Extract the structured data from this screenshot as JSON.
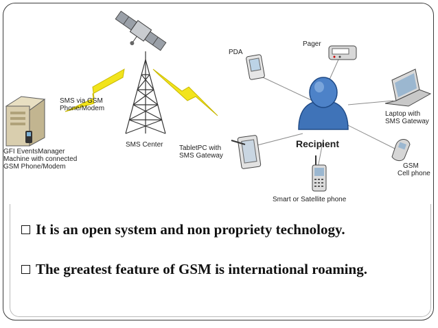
{
  "diagram": {
    "labels": {
      "sms_via_gsm": [
        "SMS via GSM",
        "Phone/Modem"
      ],
      "sms_center": "SMS Center",
      "gfi": [
        "GFI EventsManager",
        "Machine with connected",
        "GSM Phone/Modem"
      ],
      "pda": "PDA",
      "pager": "Pager",
      "tabletpc": [
        "TabletPC with",
        "SMS Gateway"
      ],
      "recipient": "Recipient",
      "laptop": [
        "Laptop with",
        "SMS Gateway"
      ],
      "gsm_phone": [
        "GSM",
        "Cell phone"
      ],
      "smart_phone": "Smart or Satellite phone"
    }
  },
  "bullets": [
    "It is an open system and non propriety technology.",
    "The greatest feature of GSM is international roaming."
  ],
  "colors": {
    "lightning": "#f2e41c",
    "recipient": "#3f73b8",
    "frame": "#3a3a3a"
  }
}
